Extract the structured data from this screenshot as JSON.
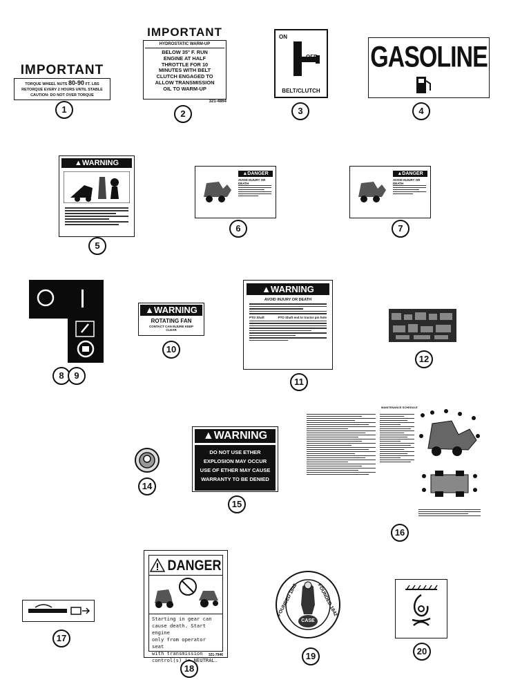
{
  "decals": {
    "d1": {
      "heading": "IMPORTANT",
      "line1_prefix": "TORQUE WHEEL NUTS",
      "line1_value": "80-90",
      "line1_suffix": "FT. LBS",
      "line2": "RETORQUE EVERY 2 HOURS UNTIL STABLE",
      "line3": "CAUTION: DO NOT OVER TORQUE",
      "number": "1"
    },
    "d2": {
      "heading": "IMPORTANT",
      "title": "HYDROSTATIC WARM-UP",
      "body": [
        "BELOW 35° F. RUN",
        "ENGINE AT HALF",
        "THROTTLE FOR 10",
        "MINUTES WITH BELT",
        "CLUTCH ENGAGED TO",
        "ALLOW TRANSMISSION",
        "OIL TO WARM-UP"
      ],
      "part": "321-4864",
      "number": "2"
    },
    "d3": {
      "on": "ON",
      "off": "OFF",
      "caption": "BELT/CLUTCH",
      "number": "3"
    },
    "d4": {
      "word": "GASOLINE",
      "number": "4"
    },
    "d5": {
      "header": "WARNING",
      "number": "5"
    },
    "d6": {
      "header": "DANGER",
      "sub": "AVOID INJURY OR DEATH",
      "number": "6"
    },
    "d7": {
      "header": "DANGER",
      "sub": "AVOID INJURY OR DEATH",
      "number": "7"
    },
    "d8": {
      "number": "8"
    },
    "d9": {
      "number": "9"
    },
    "d10": {
      "header": "WARNING",
      "title": "ROTATING FAN",
      "sub": "CONTACT CAN INJURE KEEP CLEAR",
      "number": "10"
    },
    "d11": {
      "header": "WARNING",
      "sub": "AVOID INJURY OR DEATH",
      "col1": "PTO Shaft",
      "col2": "PTO Shaft end to tractor pin hole",
      "number": "11"
    },
    "d12": {
      "number": "12"
    },
    "d14": {
      "number": "14"
    },
    "d15": {
      "header": "WARNING",
      "lines": [
        "DO NOT USE ETHER",
        "EXPLOSION MAY OCCUR",
        "USE OF ETHER MAY CAUSE",
        "WARRANTY TO BE DENIED"
      ],
      "number": "15"
    },
    "d16": {
      "title": "MAINTENANCE SCHEDULE",
      "number": "16"
    },
    "d17": {
      "number": "17"
    },
    "d18": {
      "header": "DANGER",
      "body": [
        "Starting in gear can",
        "cause death. Start engine",
        "only from operator seat",
        "with transmission",
        "control(s) in NEUTRAL."
      ],
      "part": "321-7946",
      "number": "18"
    },
    "d19": {
      "left": "FOUNDED 1842",
      "right": "FOUNDED 1842",
      "logo": "CASE",
      "number": "19"
    },
    "d20": {
      "number": "20"
    }
  }
}
